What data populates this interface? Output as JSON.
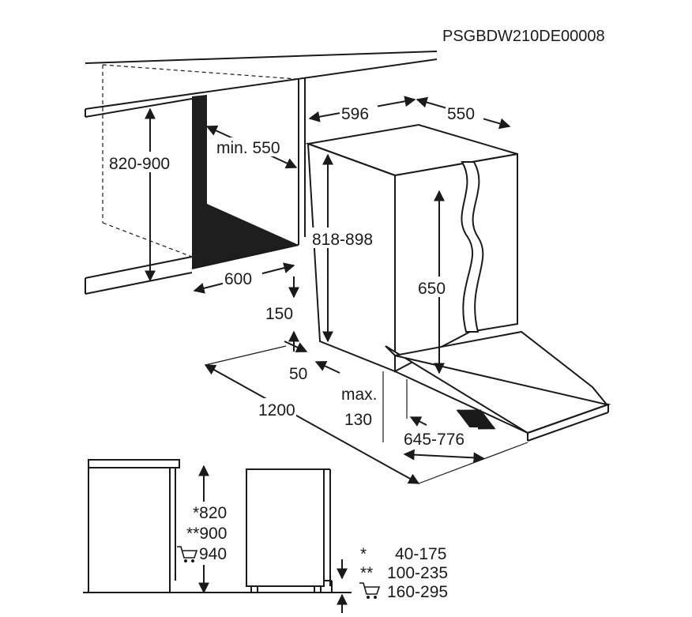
{
  "drawing_code": "PSGBDW210DE00008",
  "dimensions": {
    "niche_height": "820-900",
    "niche_min_depth": "min. 550",
    "niche_width": "600",
    "appliance_width": "596",
    "appliance_depth": "550",
    "appliance_height": "818-898",
    "door_height": "650",
    "plinth_height": "150",
    "plinth_depth": "50",
    "floor_length": "1200",
    "max_label": "max.",
    "max_value": "130",
    "door_swing": "645-776"
  },
  "legend_left": {
    "line1": "*820",
    "line2": "**900",
    "line3": "940"
  },
  "legend_right": {
    "row1_mark": "*",
    "row1_value": "40-175",
    "row2_mark": "**",
    "row2_value": "100-235",
    "row3_value": "160-295"
  },
  "icons": {
    "left_cart": "shopping-cart-icon",
    "right_cart": "shopping-cart-icon"
  }
}
